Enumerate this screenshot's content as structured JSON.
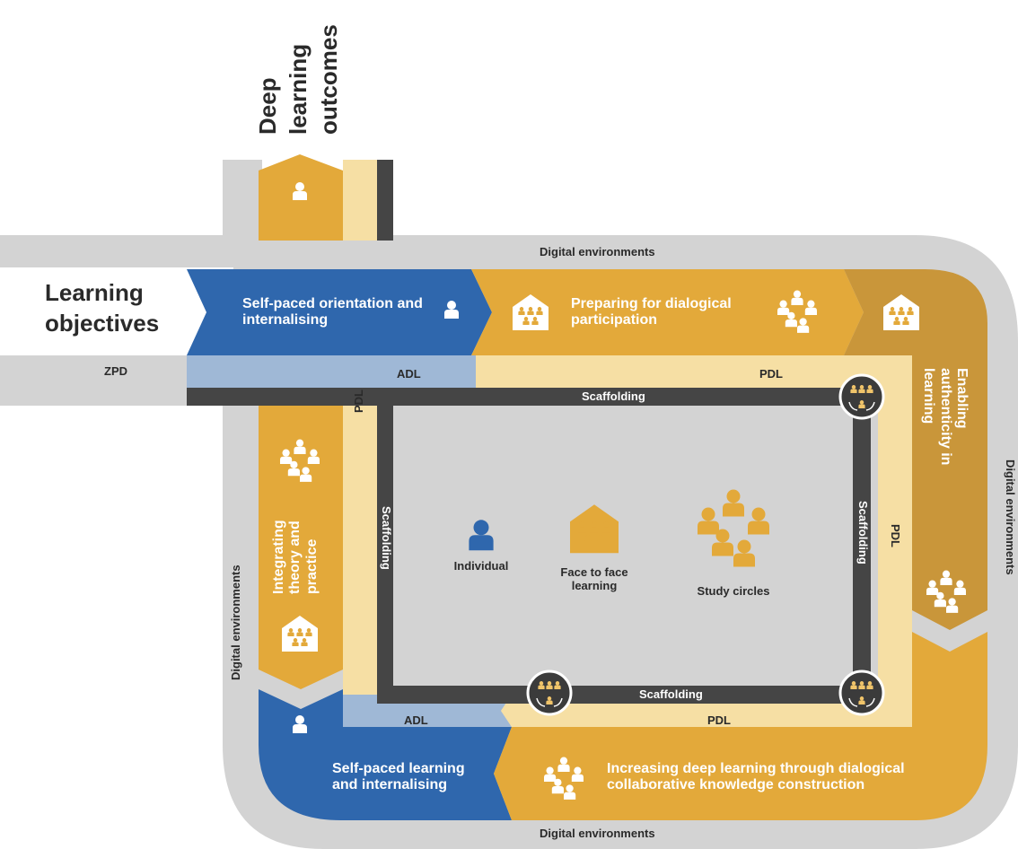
{
  "outcome_title": [
    "Deep",
    "learning",
    "outcomes"
  ],
  "objectives_title": [
    "Learning",
    "objectives"
  ],
  "zpd": "ZPD",
  "digital_env": "Digital environments",
  "adl": "ADL",
  "pdl": "PDL",
  "scaffolding": "Scaffolding",
  "phases": {
    "self_paced_orientation": "Self-paced orientation and internalising",
    "preparing": "Preparing for dialogical participation",
    "enabling": "Enabling authenticity in learning",
    "increasing": "Increasing deep learning through dialogical collaborative knowledge construction",
    "self_paced_learning": "Self-paced learning and internalising",
    "integrating": "Integrating theory and practice"
  },
  "legend": {
    "individual": "Individual",
    "face_to_face": "Face to face learning",
    "study_circles": "Study circles"
  },
  "colors": {
    "gold": "#e3a93a",
    "gold_dark": "#c9963a",
    "blue": "#2f67ad",
    "light_blue": "#9fb8d6",
    "cream": "#f6dfa4",
    "dark": "#454545",
    "grey": "#d3d3d3"
  }
}
